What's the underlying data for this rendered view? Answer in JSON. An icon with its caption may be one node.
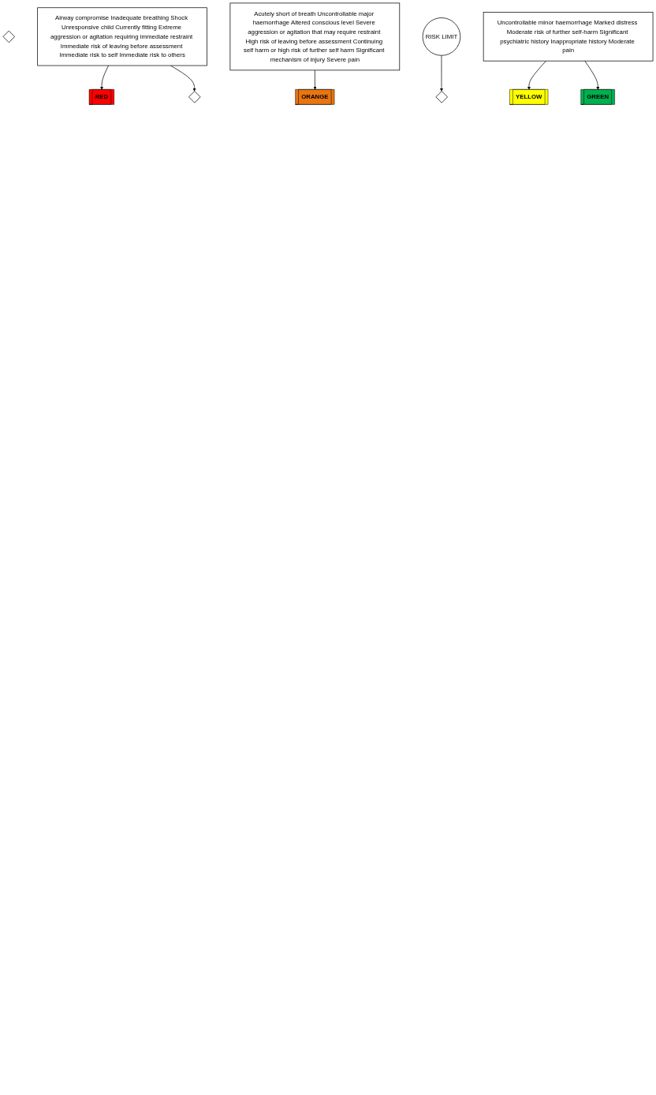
{
  "diagram": {
    "nodes": [
      {
        "text": [],
        "shape": "diamond"
      },
      {
        "text": [
          "Airway compromise Inadequate breathing Shock Unresponsive child Currently fitting Extreme aggression or agitation requiring immediate restraint Immediate risk of leaving before assessment Immediate risk to self Immediate risk to others"
        ]
      },
      {
        "text": [
          "RED"
        ]
      },
      {
        "text": [],
        "shape": "diamond"
      },
      {
        "text": [
          "Acutely short of breath Uncontrollable major haemorrhage Altered conscious level Severe aggression or agitation that may require restraint High risk of leaving before assessment Continuing self harm or high risk of further self harm Significant mechanism of injury Severe pain"
        ]
      },
      {
        "text": [
          "ORANGE"
        ]
      },
      {
        "text": [
          "RISK LIMIT"
        ]
      },
      {
        "text": [],
        "shape": "diamond"
      },
      {
        "text": [
          "Uncontrollable minor haemorrhage Marked distress Moderate risk of further self-harm Significant psychiatric history Inappropriate history Moderate pain"
        ]
      },
      {
        "text": [
          "YELLOW"
        ]
      },
      {
        "text": [
          "GREEN"
        ]
      }
    ],
    "edges": [
      {
        "from": 1,
        "to": 2,
        "arrow": "to"
      },
      {
        "from": 1,
        "to": 3,
        "arrow": "to"
      },
      {
        "from": 4,
        "to": 5,
        "arrow": "to"
      },
      {
        "from": 6,
        "to": 7,
        "arrow": "to"
      },
      {
        "from": 8,
        "to": 9,
        "arrow": "to"
      },
      {
        "from": 8,
        "to": 10,
        "arrow": "to"
      }
    ]
  }
}
